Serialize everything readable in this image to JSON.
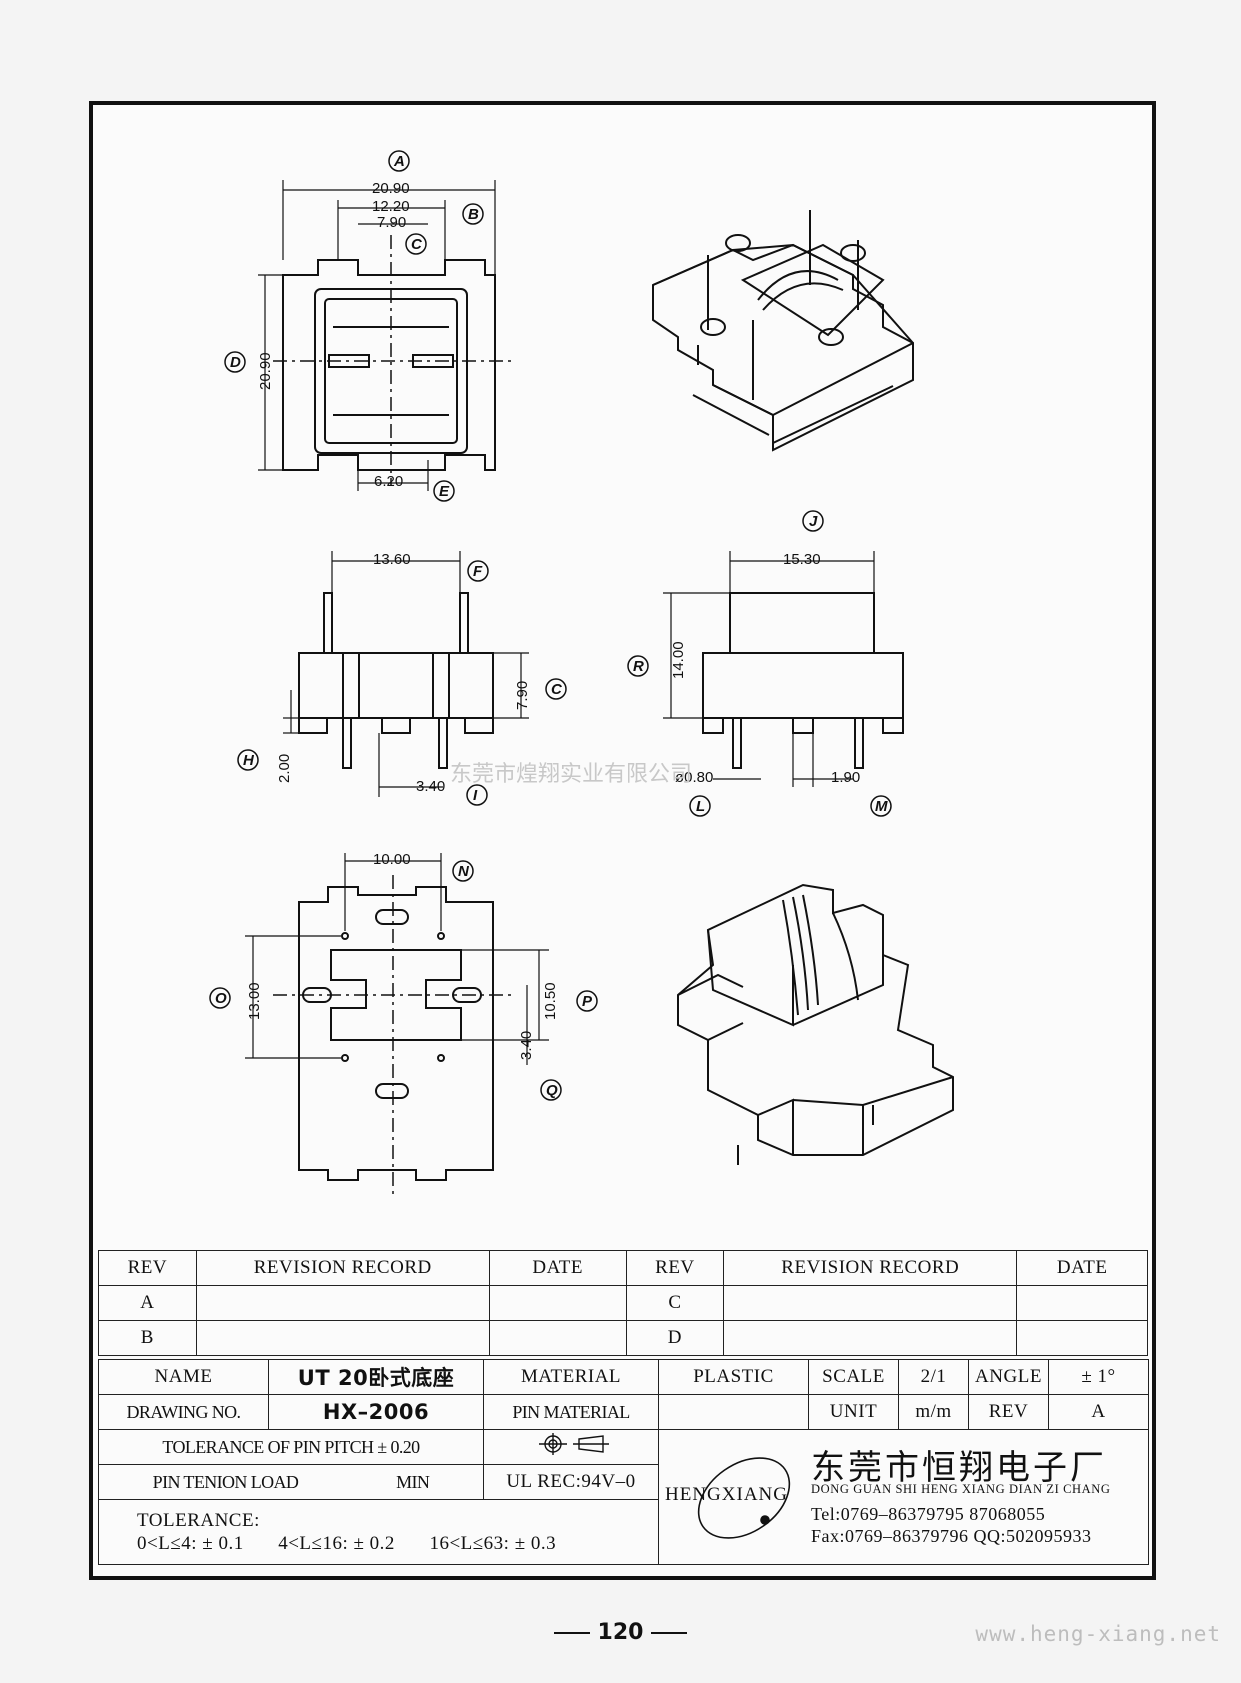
{
  "drawing": {
    "top_view": {
      "labels": {
        "A": "A",
        "B": "B",
        "C": "C",
        "D": "D",
        "E": "E"
      },
      "dims": {
        "width": "20.90",
        "pitch": "12.20",
        "slot": "7.90",
        "height": "20.90",
        "bottom": "6.20"
      }
    },
    "front_view": {
      "labels": {
        "F": "F",
        "C": "C",
        "H": "H",
        "I": "I"
      },
      "dims": {
        "pin_span": "13.60",
        "body_height": "7.90",
        "pin_len": "2.00",
        "pin_pitch": "3.40"
      }
    },
    "side_view": {
      "labels": {
        "J": "J",
        "R": "R",
        "L": "L",
        "M": "M"
      },
      "dims": {
        "width": "15.30",
        "height": "14.00",
        "pin_dia": "ø0.80",
        "pin_gap": "1.90"
      }
    },
    "bottom_view": {
      "labels": {
        "N": "N",
        "O": "O",
        "P": "P",
        "Q": "Q"
      },
      "dims": {
        "pin_span": "10.00",
        "height": "13.00",
        "slot_span": "10.50",
        "offset": "3.40"
      }
    },
    "watermark": "东莞市煌翔实业有限公司"
  },
  "revision_table": {
    "headers": [
      "REV",
      "REVISION RECORD",
      "DATE",
      "REV",
      "REVISION RECORD",
      "DATE"
    ],
    "rows": [
      [
        "A",
        "",
        "",
        "C",
        "",
        ""
      ],
      [
        "B",
        "",
        "",
        "D",
        "",
        ""
      ]
    ]
  },
  "info": {
    "name_label": "NAME",
    "name_value": "UT 20卧式底座",
    "material_label": "MATERIAL",
    "material_value": "PLASTIC",
    "scale_label": "SCALE",
    "scale_value": "2/1",
    "angle_label": "ANGLE",
    "angle_value": "± 1°",
    "drawing_no_label": "DRAWING NO.",
    "drawing_no_value": "HX–2006",
    "pin_material_label": "PIN MATERIAL",
    "pin_material_value": "",
    "unit_label": "UNIT",
    "unit_value": "m/m",
    "rev_label": "REV",
    "rev_value": "A",
    "tol_pitch": "TOLERANCE OF PIN PITCH ± 0.20",
    "pin_tension_label": "PIN TENION LOAD",
    "pin_tension_min": "MIN",
    "ul_rec": "UL REC:94V–0",
    "tolerance_label": "TOLERANCE:",
    "tolerance_1": "0<L≤4: ± 0.1",
    "tolerance_2": "4<L≤16: ± 0.2",
    "tolerance_3": "16<L≤63: ± 0.3"
  },
  "company": {
    "logo_text": "HENGXIANG",
    "name_cn": "东莞市恒翔电子厂",
    "name_pinyin": "DONG GUAN SHI HENG XIANG DIAN ZI CHANG",
    "tel": "Tel:0769–86379795 87068055",
    "fax": "Fax:0769–86379796 QQ:502095933"
  },
  "page_number": "120",
  "website": "www.heng-xiang.net"
}
